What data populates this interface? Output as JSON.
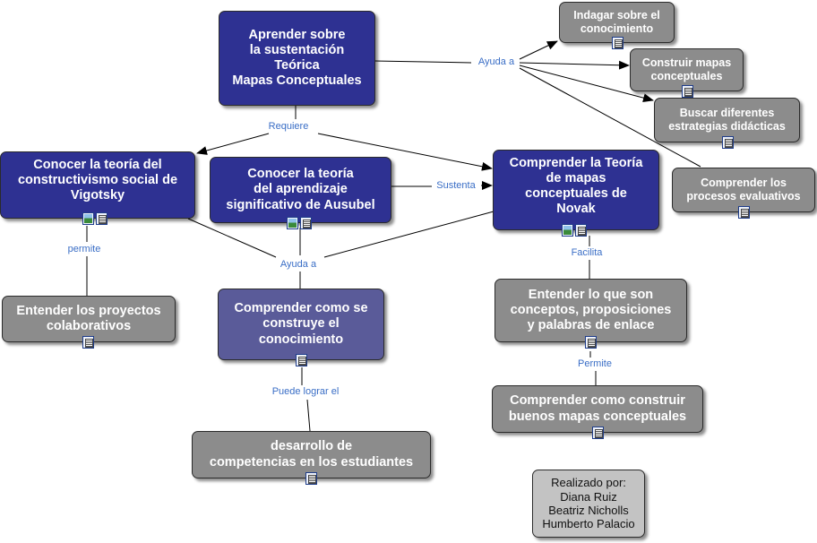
{
  "nodes": {
    "aprender": "Aprender sobre\nla sustentación\nTeórica\nMapas Conceptuales",
    "indagar": "Indagar sobre el\nconocimiento",
    "construir_mapas": "Construir mapas\nconceptuales",
    "buscar": "Buscar diferentes\nestrategias didácticas",
    "procesos": "Comprender los\nprocesos evaluativos",
    "vigotsky": "Conocer la teoría del\nconstructivismo social de\nVigotsky",
    "ausubel": "Conocer la teoría\ndel aprendizaje\nsignificativo de Ausubel",
    "novak": "Comprender la Teoría\nde mapas\nconceptuales de\nNovak",
    "proyectos": "Entender los proyectos\ncolaborativos",
    "construye": "Comprender como se\nconstruye  el\nconocimiento",
    "entender": "Entender  lo que son\nconceptos, proposiciones\ny palabras de enlace",
    "buenos": "Comprender como construir\nbuenos mapas conceptuales",
    "desarrollo": "desarrollo de\ncompetencias en los estudiantes",
    "credit": "Realizado por:\nDiana Ruiz\nBeatriz Nicholls\nHumberto Palacio"
  },
  "links": {
    "ayuda_a_top": "Ayuda a",
    "requiere": "Requiere",
    "sustenta": "Sustenta",
    "ayuda_a_mid": "Ayuda a",
    "permite_left": "permite",
    "facilita": "Facilita",
    "permite_right": "Permite",
    "puede_lograr": "Puede lograr el"
  },
  "icons": {
    "document": "document-icon",
    "image": "image-icon"
  },
  "colors": {
    "primary_concept": "#2e3192",
    "secondary_concept": "#5a5b99",
    "sub_concept": "#8c8c8c",
    "credit_box": "#c3c3c3",
    "link_label": "#3a6ec6"
  }
}
